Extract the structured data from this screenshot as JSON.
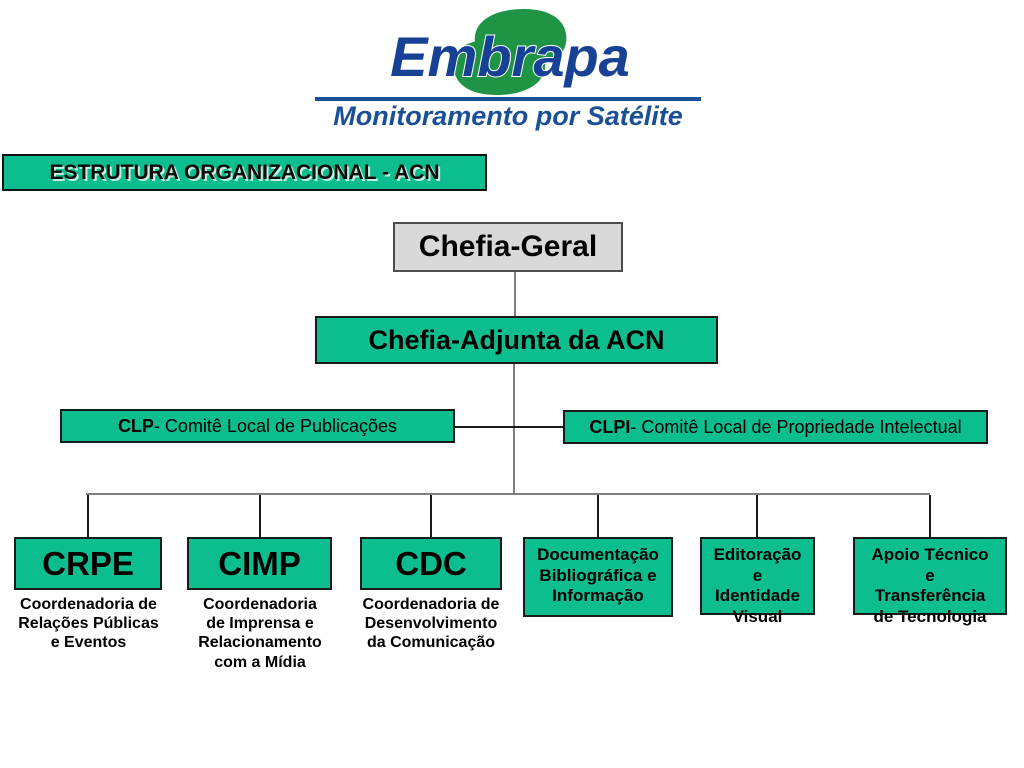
{
  "logo": {
    "brand": "Embrapa",
    "subtitle": "Monitoramento por Satélite",
    "brand_color": "#164194",
    "leaf_color": "#1e9444",
    "divider_color": "#1a5096"
  },
  "title_banner": {
    "text": "ESTRUTURA ORGANIZACIONAL - ACN",
    "background": "#0cbe8d"
  },
  "colors": {
    "box_green": "#0cbe8d",
    "root_gray": "#d9d9d9",
    "line_gray": "#7f7f7f",
    "line_black": "#1a1a1a",
    "text_black": "#000000"
  },
  "chart": {
    "root": {
      "label": "Chefia-Geral"
    },
    "deputy": {
      "label": "Chefia-Adjunta da ACN"
    },
    "committees": [
      {
        "abbr": "CLP",
        "rest": " - Comitê Local de Publicações"
      },
      {
        "abbr": "CLPI",
        "rest": " - Comitê Local de Propriedade Intelectual"
      }
    ],
    "units": [
      {
        "box": "CRPE",
        "caption": "Coordenadoria de\nRelações Públicas\ne  Eventos"
      },
      {
        "box": "CIMP",
        "caption": "Coordenadoria\nde Imprensa e\nRelacionamento\ncom a Mídia"
      },
      {
        "box": "CDC",
        "caption": "Coordenadoria de\nDesenvolvimento\nda Comunicação"
      },
      {
        "box": "Documentação\nBibliográfica e\nInformação"
      },
      {
        "box": "Editoração\ne\nIdentidade\nVisual"
      },
      {
        "box": "Apoio Técnico\ne\nTransferência\nde Tecnologia"
      }
    ]
  }
}
